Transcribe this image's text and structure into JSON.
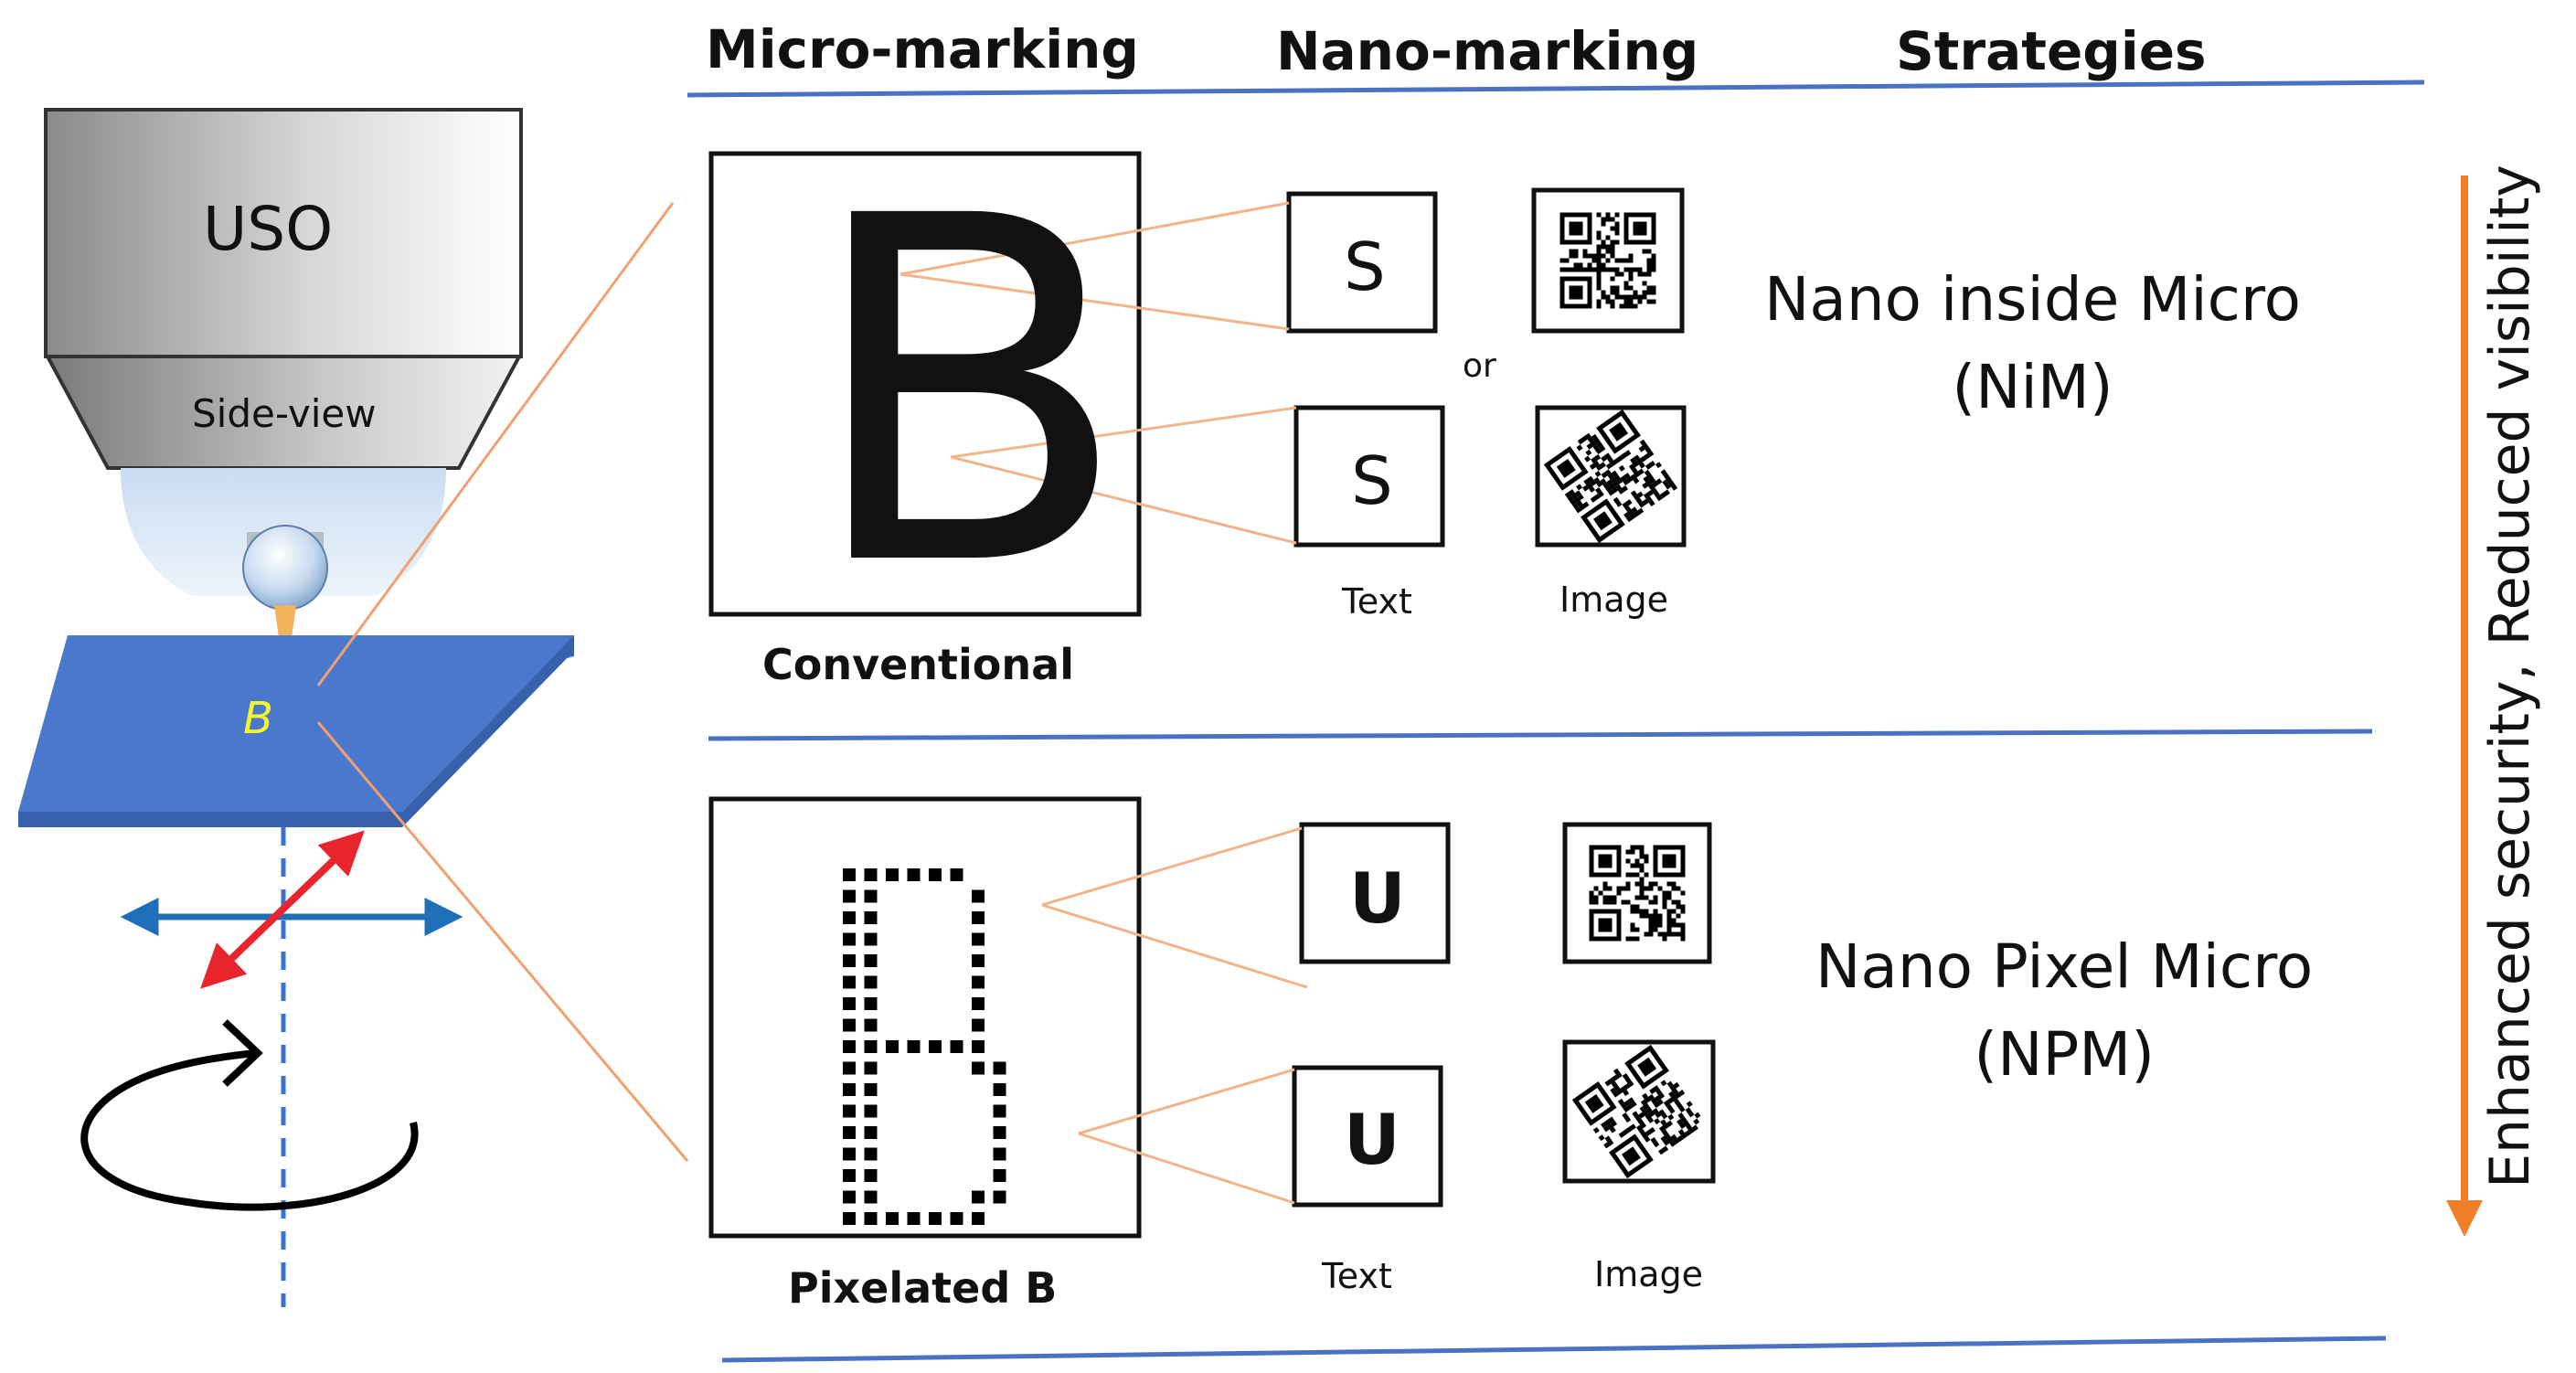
{
  "headers": {
    "micro_marking": "Micro-marking",
    "nano_marking": "Nano-marking",
    "strategies": "Strategies"
  },
  "instrument": {
    "objective_label": "USO",
    "side_view_label": "Side-view",
    "sample_mark": "B"
  },
  "row1": {
    "micro_letter": "B",
    "micro_caption": "Conventional",
    "nano_text_1": "S",
    "nano_text_2": "S",
    "or_label": "or",
    "text_caption": "Text",
    "image_caption": "Image",
    "strategy_line1": "Nano inside Micro",
    "strategy_line2": "(NiM)"
  },
  "row2": {
    "micro_caption": "Pixelated B",
    "nano_text_1": "U",
    "nano_text_2": "U",
    "text_caption": "Text",
    "image_caption": "Image",
    "strategy_line1": "Nano Pixel Micro",
    "strategy_line2": "(NPM)"
  },
  "trend_label": "Enhanced security, Reduced visibility",
  "colors": {
    "divider": "#4a72c4",
    "connector": "#f2b48a",
    "trend_arrow": "#f07f2a",
    "sample_blue": "#4a78cc",
    "red_arrow": "#e8242c",
    "blue_arrow": "#1f6fb8",
    "mark_yellow": "#f5f52a",
    "laser": "#f2b25a"
  }
}
